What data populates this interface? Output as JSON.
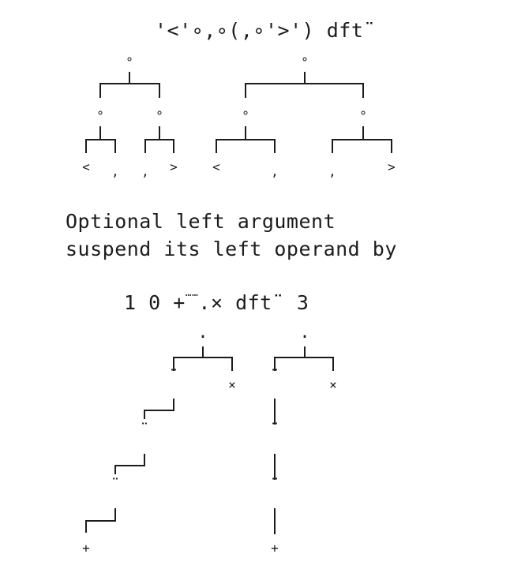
{
  "expr1": "'<'∘,∘(,∘'>') dft¨",
  "tree1": {
    "left_root": "∘",
    "right_root": "∘",
    "left_inner": [
      "∘",
      "∘"
    ],
    "right_inner": [
      "∘",
      "∘"
    ],
    "leaves": [
      "<",
      ",",
      ",",
      ">",
      "<",
      ",",
      ",",
      ">"
    ]
  },
  "note_line1": "Optional left argument",
  "note_line2": "suspend its left operand by",
  "expr2_left": "1 0 +",
  "expr2_dots": "⋯⋯",
  "expr2_right": ".× dft¨ 3",
  "tree2": {
    "root_left": "⋅",
    "root_right": "⋅",
    "cross_label": "×",
    "dieresis": "¨",
    "plus_label": "+"
  }
}
